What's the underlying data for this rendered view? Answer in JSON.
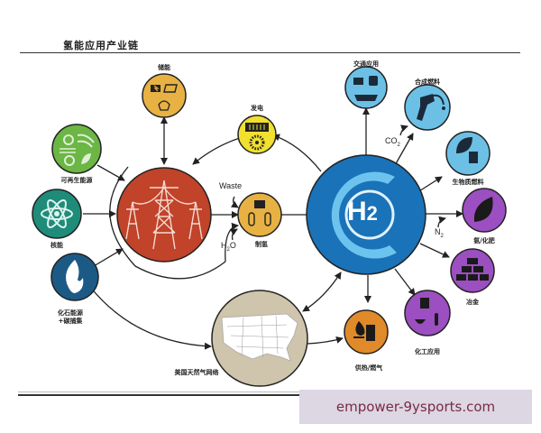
{
  "header": {
    "title": "氢能应用产业链"
  },
  "nodes": {
    "storage": {
      "label": "储能",
      "color": "#e7b243",
      "icons": [
        "battery-icon",
        "solar-panel-icon",
        "pumped-hydro-icon"
      ]
    },
    "power_gen": {
      "label": "发电",
      "color": "#f1e02f",
      "icons": [
        "fuel-cell-stack-icon",
        "turbine-icon"
      ]
    },
    "renewables": {
      "label": "可再生能源",
      "color": "#6bb644",
      "icons": [
        "sun-icon",
        "wind-icon",
        "hydro-icon",
        "leaf-icon"
      ]
    },
    "nuclear": {
      "label": "核能",
      "color": "#1f8c7a",
      "icons": [
        "atom-icon"
      ]
    },
    "fossil": {
      "label": "化石能源\n+碳捕集",
      "color": "#1c5a86",
      "icons": [
        "flame-icon"
      ]
    },
    "grid": {
      "label": "",
      "color": "#c0432a",
      "icons": [
        "power-tower-icon"
      ]
    },
    "production": {
      "label": "制氢",
      "color": "#e7b243",
      "icons": [
        "electrolyzer-icon",
        "gas-tank-icon"
      ]
    },
    "h2_hub": {
      "label": "H2",
      "color": "#1a72b8",
      "ring_color": "#6cc4ee"
    },
    "transport": {
      "label": "交通应用",
      "color": "#6cc0e5",
      "icons": [
        "truck-icon",
        "train-icon",
        "ship-icon"
      ]
    },
    "synthetic_fuel": {
      "label": "合成燃料",
      "color": "#6cc0e5",
      "icons": [
        "fuel-nozzle-icon"
      ]
    },
    "biofuel": {
      "label": "生物质燃料",
      "color": "#6cc0e5",
      "icons": [
        "leaf-drop-icon",
        "barrel-icon"
      ]
    },
    "ammonia": {
      "label": "氨/化肥",
      "color": "#9b4fc0",
      "icons": [
        "leaf-icon"
      ]
    },
    "metallurgy": {
      "label": "冶金",
      "color": "#9b4fc0",
      "icons": [
        "ingots-icon"
      ]
    },
    "chemical": {
      "label": "化工应用",
      "color": "#9b4fc0",
      "icons": [
        "factory-icon",
        "mortar-icon",
        "test-tube-icon"
      ]
    },
    "heating": {
      "label": "供热/燃气",
      "color": "#e08a2a",
      "icons": [
        "flame-icon",
        "building-icon"
      ]
    },
    "gas_network": {
      "label": "美国天然气网络",
      "color": "#cfc4ac",
      "icons": [
        "us-map-icon"
      ]
    }
  },
  "annotations": {
    "waste": "Waste",
    "h2o": "H",
    "h2o_sub": "2",
    "h2o_tail": "O",
    "co2": "CO",
    "co2_sub": "2",
    "n2": "N",
    "n2_sub": "2",
    "h2_main": "H",
    "h2_sub": "2"
  },
  "watermark": {
    "text": "empower-9ysports.com",
    "bg": "#ddd6e3",
    "color": "#7a2a45"
  }
}
